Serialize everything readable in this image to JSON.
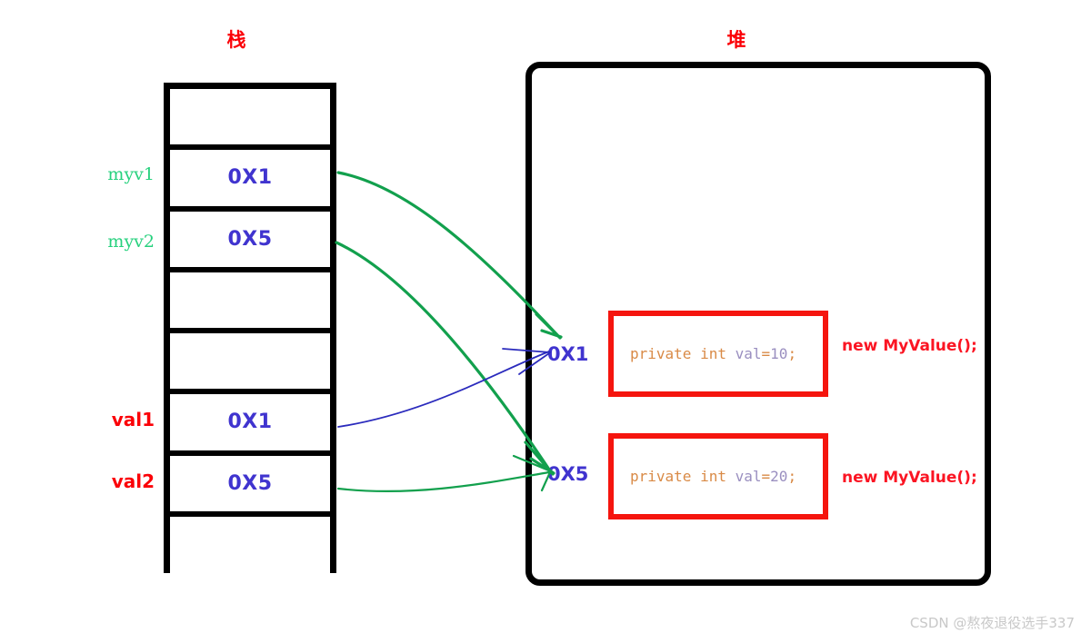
{
  "diagram": {
    "stack": {
      "title": "栈",
      "cells": [
        {
          "value": "",
          "label": ""
        },
        {
          "value": "0X1",
          "label": "myv1"
        },
        {
          "value": "0X5",
          "label": "myv2"
        },
        {
          "value": "",
          "label": ""
        },
        {
          "value": "",
          "label": ""
        },
        {
          "value": "0X1",
          "label": "val1"
        },
        {
          "value": "0X5",
          "label": "val2"
        },
        {
          "value": "",
          "label": ""
        }
      ],
      "labels": {
        "myv1": "myv1",
        "myv2": "myv2",
        "val1": "val1",
        "val2": "val2"
      },
      "value_color": "#4034cf",
      "ref_label_color": "#27d17e",
      "val_label_color": "#fb0007"
    },
    "heap": {
      "title": "堆",
      "objects": [
        {
          "address": "0X1",
          "code": {
            "keyword1": "private",
            "keyword2": "int",
            "identifier": "val",
            "operator": "=",
            "number": "10",
            "terminator": ";",
            "full": "private int val=10;"
          },
          "new_expression": "new MyValue();"
        },
        {
          "address": "0X5",
          "code": {
            "keyword1": "private",
            "keyword2": "int",
            "identifier": "val",
            "operator": "=",
            "number": "20",
            "terminator": ";",
            "full": "private int val=20;"
          },
          "new_expression": "new MyValue();"
        }
      ],
      "border_color": "#000000",
      "object_border_color": "#f5150e"
    },
    "arrows": [
      {
        "from": "myv1",
        "to": "0X1",
        "color": "#12a04d"
      },
      {
        "from": "myv2",
        "to": "0X5",
        "color": "#12a04d"
      },
      {
        "from": "val1",
        "to": "0X1",
        "color": "#2b2bbd"
      },
      {
        "from": "val2",
        "to": "0X5",
        "color": "#12a04d"
      }
    ],
    "watermark": "CSDN @熬夜退役选手337"
  }
}
